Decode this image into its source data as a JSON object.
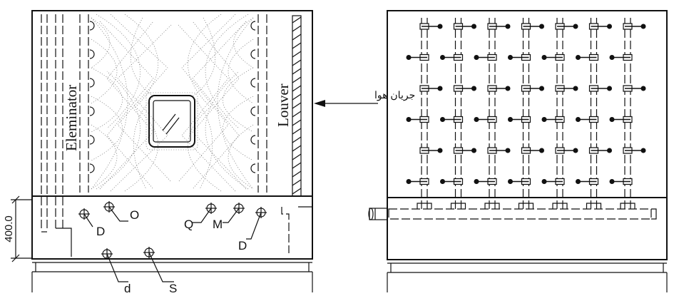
{
  "left_view": {
    "eliminator_label": "Eleminator",
    "louver_label": "Louver",
    "airflow_label": "جریان هوا",
    "dimension_label": "400.0",
    "callouts": [
      "D",
      "O",
      "Q",
      "M",
      "D",
      "d",
      "S"
    ]
  },
  "right_view": {
    "nozzle_rows": 6,
    "nozzle_columns": 7
  }
}
